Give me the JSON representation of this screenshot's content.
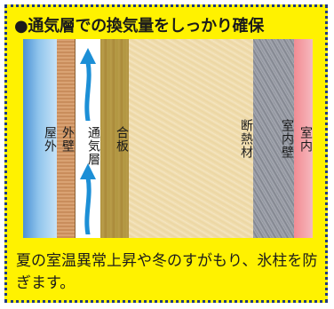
{
  "title": "●通気層での換気量をしっかり確保",
  "layers": [
    {
      "label": "屋外"
    },
    {
      "label": "外壁"
    },
    {
      "label": "通気層"
    },
    {
      "label": "合板"
    },
    {
      "label": "断熱材"
    },
    {
      "label": "室内壁"
    },
    {
      "label": "室内"
    }
  ],
  "description": "夏の室温異常上昇や冬のすがもり、氷柱を防ぎます。",
  "colors": {
    "background": "#fff200",
    "border": "#1f3a82",
    "arrow": "#1c8fd6"
  },
  "icons": {
    "airflow": "up-arrow-icon"
  }
}
